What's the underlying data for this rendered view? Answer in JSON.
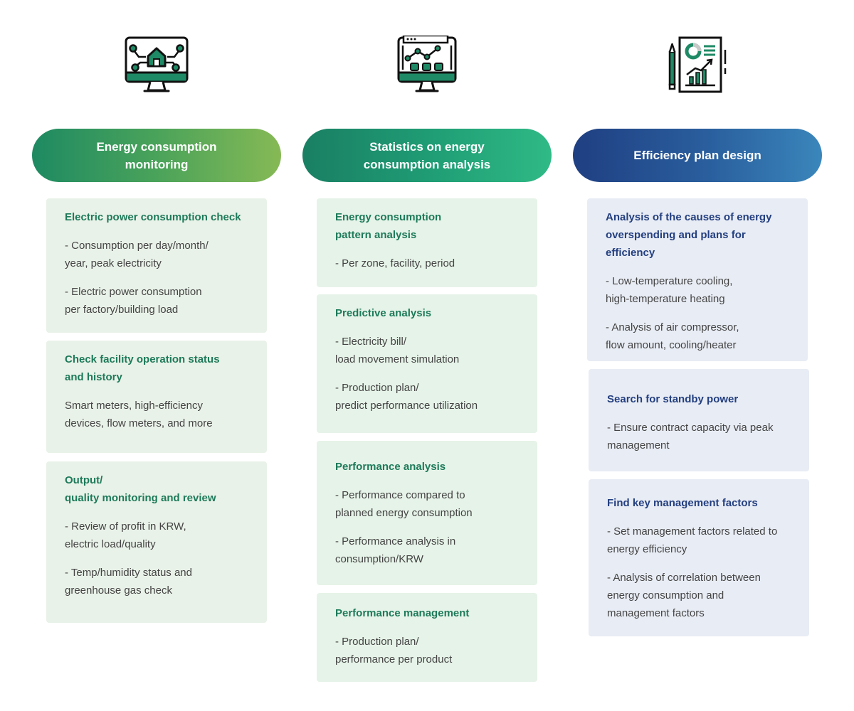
{
  "columns": [
    {
      "title": "Energy consumption\nmonitoring",
      "icon": "monitor-smart-home-icon",
      "cards": [
        {
          "title": "Electric power consumption check",
          "items": [
            "- Consumption per day/month/\n   year, peak electricity",
            "- Electric power consumption\n  per factory/building load"
          ]
        },
        {
          "title": "Check facility operation status\nand history",
          "items": [
            "Smart meters, high-efficiency\ndevices, flow meters, and more"
          ]
        },
        {
          "title": "Output/\nquality monitoring and review",
          "items": [
            "- Review of profit in KRW,\n  electric load/quality",
            "- Temp/humidity status and\n  greenhouse gas check"
          ]
        }
      ]
    },
    {
      "title": "Statistics on energy\nconsumption analysis",
      "icon": "monitor-analytics-chart-icon",
      "cards": [
        {
          "title": "Energy consumption\npattern analysis",
          "items": [
            "- Per zone, facility, period"
          ]
        },
        {
          "title": "Predictive analysis",
          "items": [
            "- Electricity bill/\n  load movement simulation",
            "- Production plan/\n  predict performance utilization"
          ]
        },
        {
          "title": "Performance analysis",
          "items": [
            "- Performance compared to\n  planned energy consumption",
            "- Performance analysis in\n  consumption/KRW"
          ]
        },
        {
          "title": "Performance management",
          "items": [
            "- Production plan/\n  performance per product"
          ]
        }
      ]
    },
    {
      "title": "Efficiency plan design",
      "icon": "report-document-pencil-icon",
      "cards": [
        {
          "title": "Analysis of the causes of energy\noverspending and plans for\nefficiency",
          "items": [
            "- Low-temperature cooling,\n  high-temperature heating",
            "- Analysis of air compressor,\n flow amount, cooling/heater"
          ]
        },
        {
          "title": "Search for standby power",
          "items": [
            "- Ensure contract capacity via peak\n management"
          ]
        },
        {
          "title": "Find key management factors",
          "items": [
            "- Set management factors related to\n  energy efficiency",
            "- Analysis of correlation between\n  energy consumption and\n  management factors"
          ]
        }
      ]
    }
  ],
  "colors": {
    "green_dark": "#1d7a5a",
    "navy": "#233f80",
    "card_green": "#e9f2e8",
    "card_blue": "#e8ecf4"
  }
}
